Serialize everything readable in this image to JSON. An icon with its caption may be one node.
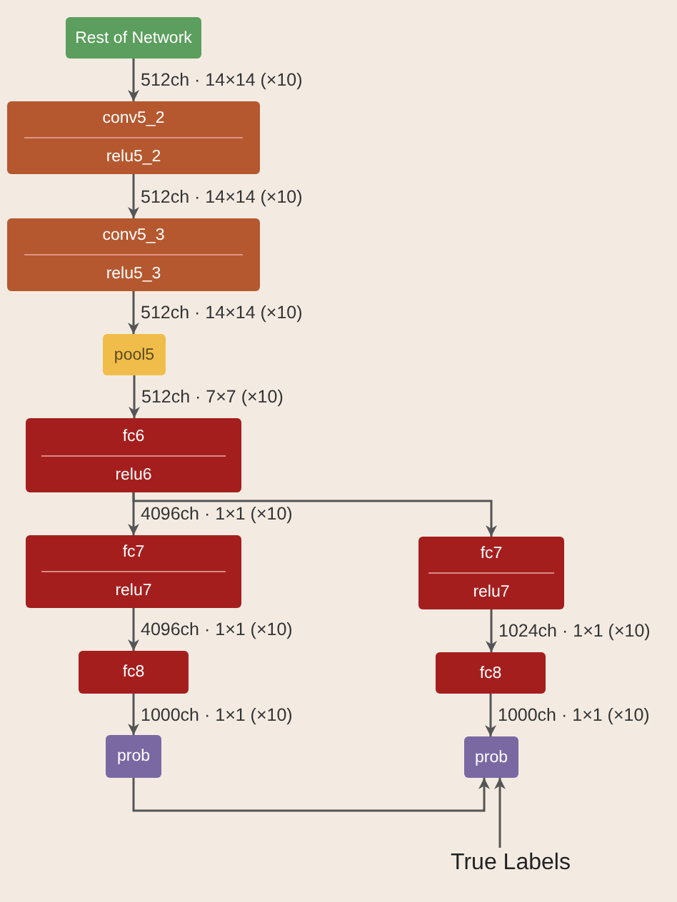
{
  "diagram": {
    "nodes": [
      {
        "text": [
          "Rest of Network"
        ]
      },
      {
        "text": [
          "conv5_2",
          "relu5_2"
        ]
      },
      {
        "text": [
          "conv5_3",
          "relu5_3"
        ]
      },
      {
        "text": [
          "pool5"
        ]
      },
      {
        "text": [
          "fc6",
          "relu6"
        ]
      },
      {
        "text": [
          "fc7",
          "relu7"
        ]
      },
      {
        "text": [
          "fc8"
        ]
      },
      {
        "text": [
          "prob"
        ]
      },
      {
        "text": [
          "fc7",
          "relu7"
        ]
      },
      {
        "text": [
          "fc8"
        ]
      },
      {
        "text": [
          "prob"
        ]
      },
      {
        "text": [
          "True Labels"
        ]
      }
    ],
    "edges": [
      {
        "from": 0,
        "to": 1,
        "arrow": "to",
        "label": "512ch · 14×14 (×10)"
      },
      {
        "from": 1,
        "to": 2,
        "arrow": "to",
        "label": "512ch · 14×14 (×10)"
      },
      {
        "from": 2,
        "to": 3,
        "arrow": "to",
        "label": "512ch · 14×14 (×10)"
      },
      {
        "from": 3,
        "to": 4,
        "arrow": "to",
        "label": "512ch · 7×7 (×10)"
      },
      {
        "from": 4,
        "to": 5,
        "arrow": "to",
        "label": "4096ch · 1×1 (×10)"
      },
      {
        "from": 4,
        "to": 8,
        "arrow": "to"
      },
      {
        "from": 5,
        "to": 6,
        "arrow": "to",
        "label": "4096ch · 1×1 (×10)"
      },
      {
        "from": 6,
        "to": 7,
        "arrow": "to",
        "label": "1000ch · 1×1 (×10)"
      },
      {
        "from": 8,
        "to": 9,
        "arrow": "to",
        "label": "1024ch · 1×1 (×10)"
      },
      {
        "from": 9,
        "to": 10,
        "arrow": "to",
        "label": "1000ch · 1×1 (×10)"
      },
      {
        "from": 7,
        "to": 10,
        "arrow": "to"
      },
      {
        "from": 11,
        "to": 10,
        "arrow": "to"
      }
    ]
  }
}
